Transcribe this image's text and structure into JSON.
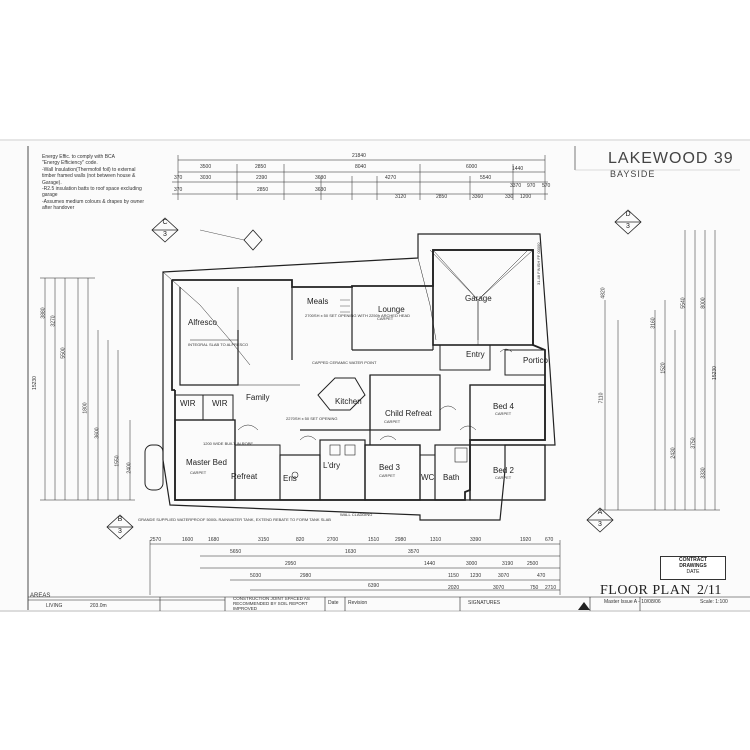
{
  "title_block": {
    "project": "LAKEWOOD 39",
    "range": "BAYSIDE",
    "drawing_title": "FLOOR PLAN",
    "sheet": "2/11",
    "master_issue": "Master Issue A - 10/08/06",
    "scale": "Scale: 1:100",
    "stamp_line1": "CONTRACT",
    "stamp_line2": "DRAWINGS",
    "stamp_line3": "DATE"
  },
  "notes": [
    "Energy Effic.    to comply with BCA",
    "\"Energy Efficiency\" code.",
    "-Wall Insulation(Thermofoil foil) to external",
    "timber framed walls (not between house &",
    "Garage).",
    "-R2.5 insulation batts to roof space excluding",
    "garage",
    "-Assumes medium colours & drapes by owner",
    "after handover"
  ],
  "rooms": {
    "alfresco": "Alfresco",
    "meals": "Meals",
    "lounge": "Lounge",
    "garage": "Garage",
    "entry": "Entry",
    "portico": "Portico",
    "family": "Family",
    "kitchen": "Kitchen",
    "child_retreat": "Child Refreat",
    "bed4": "Bed 4",
    "wir1": "WIR",
    "wir2": "WIR",
    "master_bed": "Master Bed",
    "retreat": "Refreat",
    "ens": "Ens",
    "ldry": "L'dry",
    "bed3": "Bed 3",
    "wc": "WC",
    "bath": "Bath",
    "bed2": "Bed 2"
  },
  "annotations": {
    "alfresco_note": "INTEGRAL SLAB TO ALFRESCO",
    "meals_opening": "2700SH x 50 SET OPENING WITH 2250h ARCHED HEAD",
    "carpet": "CARPET",
    "master_robe": "1200 WIDE BUILT IN ROBE",
    "ens_note": "WALL CLADDING",
    "section_b_note": "GRANDE SUPPLIED WATERPROOF 5000L RAINWATER TANK, EXTEND REBATE TO FORM TANK SLAB",
    "garage_note": "31.48 FINISH FF 00000",
    "family_note": "2270SH x 50 SET OPENING",
    "kitchen_note": "CAPPED CERAMIC WATER POINT"
  },
  "dimensions": {
    "overall_top": "21840",
    "top_row1": [
      "3500",
      "2850",
      "8040",
      "6000",
      "1440"
    ],
    "top_row2": [
      "370",
      "3030",
      "2390",
      "3630",
      "4270",
      "5540",
      "3370",
      "970",
      "570"
    ],
    "top_row3": [
      "370",
      "2850",
      "3630",
      "3120",
      "2850",
      "3360",
      "330",
      "1200"
    ],
    "left_side": [
      "3880",
      "3270",
      "5500",
      "15230",
      "1800",
      "3600",
      "2400",
      "1550"
    ],
    "right_side": [
      "4820",
      "7110",
      "3160",
      "1520",
      "2430",
      "8000",
      "5540",
      "15230",
      "3750",
      "3330"
    ],
    "bottom_row1": [
      "2570",
      "1600",
      "1680",
      "3150",
      "820",
      "2700",
      "1510",
      "2980",
      "1310",
      "3390",
      "1920",
      "670"
    ],
    "bottom_row2": [
      "5650",
      "2950",
      "1630",
      "3570",
      "1440",
      "3000",
      "3190",
      "2500"
    ],
    "bottom_row3": [
      "5030",
      "2980",
      "1150",
      "1230",
      "3070",
      "470"
    ],
    "bottom_total": "6390",
    "bottom_end": [
      "2020",
      "3070",
      "750",
      "2710"
    ]
  },
  "section_markers": {
    "c": {
      "letter": "C",
      "sheet": "3"
    },
    "d": {
      "letter": "D",
      "sheet": "3"
    },
    "a": {
      "letter": "A",
      "sheet": "3"
    },
    "b": {
      "letter": "B",
      "sheet": "3"
    }
  },
  "bottom_table": {
    "areas_label": "AREAS",
    "living_label": "LIVING",
    "living_value": "203.0m",
    "construction_note": "CONSTRUCTION JOINT SPACED AS RECOMMENDED BY SOIL REPORT IMPROVED",
    "date_label": "Date",
    "revision_label": "Revision",
    "signature_label": "SIGNATURES"
  },
  "colors": {
    "paper": "#fbfbfb",
    "ink": "#222222"
  }
}
